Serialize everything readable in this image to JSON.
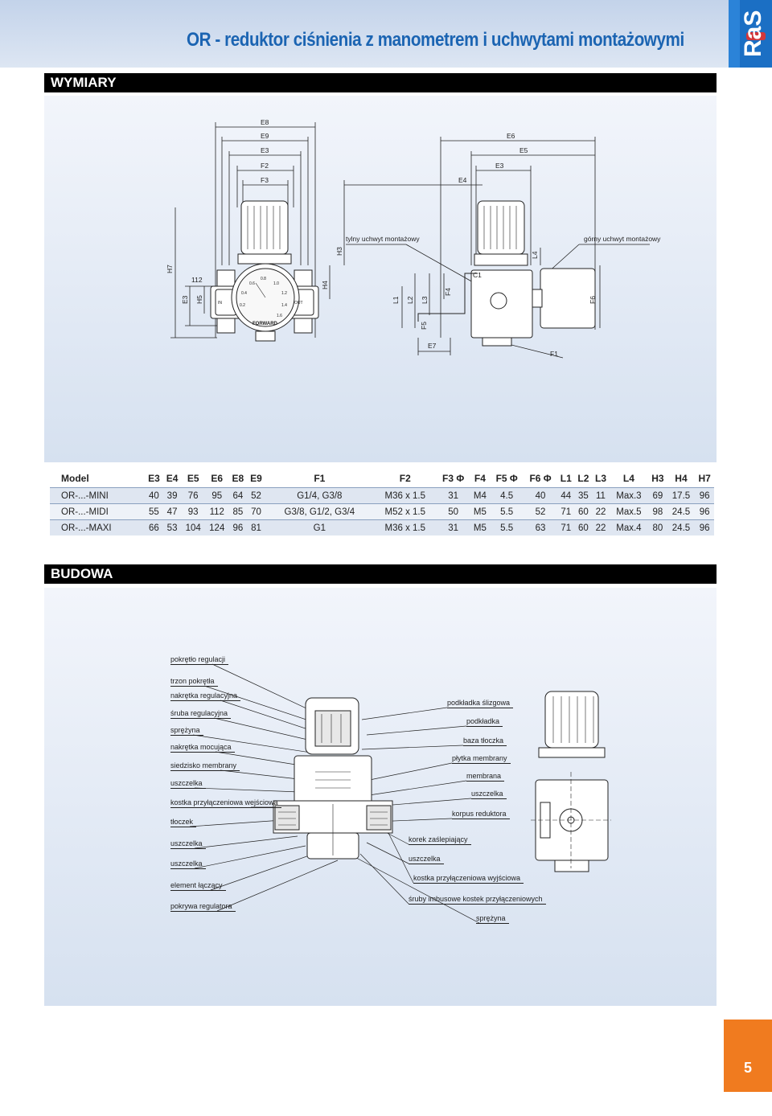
{
  "header": {
    "title": "OR - reduktor ciśnienia z manometrem i uchwytami montażowymi",
    "logo_text": "RaS"
  },
  "sections": {
    "dimensions_title": "WYMIARY",
    "build_title": "BUDOWA"
  },
  "dimension_diagram": {
    "labels": {
      "e8": "E8",
      "e9": "E9",
      "e3_top": "E3",
      "f2": "F2",
      "f3": "F3",
      "e6": "E6",
      "e5": "E5",
      "e3_right": "E3",
      "e4": "E4",
      "h3": "H3",
      "h7": "H7",
      "h5": "H5",
      "e3_left": "E3",
      "h4": "H4",
      "l1": "L1",
      "l2": "L2",
      "l3": "L3",
      "f4": "F4",
      "f5": "F5",
      "c1": "C1",
      "l4": "L4",
      "f6": "F6",
      "e7": "E7",
      "f1": "F1",
      "dim_112": "112",
      "rear_bracket": "tylny uchwyt montażowy",
      "top_bracket": "górny uchwyt montażowy",
      "gauge_brand": "FORWARD",
      "gauge_ticks": [
        "0.2",
        "0.4",
        "0.6",
        "0.8",
        "1.0",
        "1.2",
        "1.4",
        "1.6"
      ],
      "port_in": "IN",
      "port_out": "OUT"
    }
  },
  "dimensions_table": {
    "headers": [
      "Model",
      "E3",
      "E4",
      "E5",
      "E6",
      "E8",
      "E9",
      "F1",
      "F2",
      "F3 Φ",
      "F4",
      "F5 Φ",
      "F6 Φ",
      "L1",
      "L2",
      "L3",
      "L4",
      "H3",
      "H4",
      "H7"
    ],
    "rows": [
      [
        "OR-...-MINI",
        "40",
        "39",
        "76",
        "95",
        "64",
        "52",
        "G1/4, G3/8",
        "M36 x 1.5",
        "31",
        "M4",
        "4.5",
        "40",
        "44",
        "35",
        "11",
        "Max.3",
        "69",
        "17.5",
        "96"
      ],
      [
        "OR-...-MIDI",
        "55",
        "47",
        "93",
        "112",
        "85",
        "70",
        "G3/8, G1/2, G3/4",
        "M52 x 1.5",
        "50",
        "M5",
        "5.5",
        "52",
        "71",
        "60",
        "22",
        "Max.5",
        "98",
        "24.5",
        "96"
      ],
      [
        "OR-...-MAXI",
        "66",
        "53",
        "104",
        "124",
        "96",
        "81",
        "G1",
        "M36 x 1.5",
        "31",
        "M5",
        "5.5",
        "63",
        "71",
        "60",
        "22",
        "Max.4",
        "80",
        "24.5",
        "96"
      ]
    ]
  },
  "build_labels": {
    "left": [
      "pokrętło regulacji",
      "trzon pokrętła",
      "nakrętka regulacyjna",
      "śruba regulacyjna",
      "sprężyna",
      "nakrętka mocująca",
      "siedzisko membrany",
      "uszczelka",
      "kostka przyłączeniowa wejściowa",
      "tłoczek",
      "uszczelka",
      "uszczelka",
      "element łączący",
      "pokrywa regulatora"
    ],
    "right": [
      "podkładka ślizgowa",
      "podkładka",
      "baza tłoczka",
      "płytka membrany",
      "membrana",
      "uszczelka",
      "korpus reduktora",
      "korek zaślepiający",
      "uszczelka",
      "kostka przyłączeniowa wyjściowa",
      "śruby imbusowe kostek przyłączeniowych",
      "sprężyna"
    ]
  },
  "footer": {
    "page_number": "5"
  }
}
